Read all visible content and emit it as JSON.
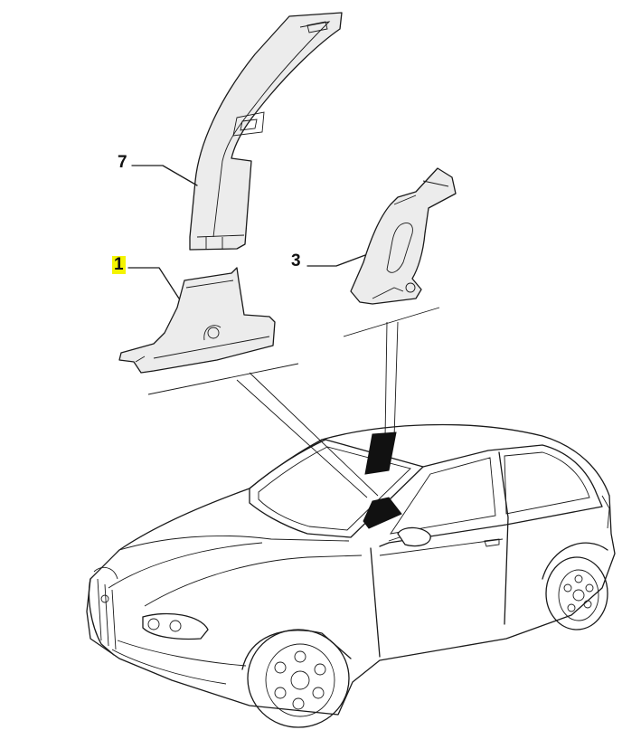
{
  "callouts": [
    {
      "id": "7",
      "text": "7",
      "highlighted": false
    },
    {
      "id": "3",
      "text": "3",
      "highlighted": false
    },
    {
      "id": "1",
      "text": "1",
      "highlighted": true
    }
  ],
  "colors": {
    "line": "#1a1a1a",
    "part_fill": "#ececec",
    "highlight": "#f4f400",
    "background": "#ffffff"
  }
}
